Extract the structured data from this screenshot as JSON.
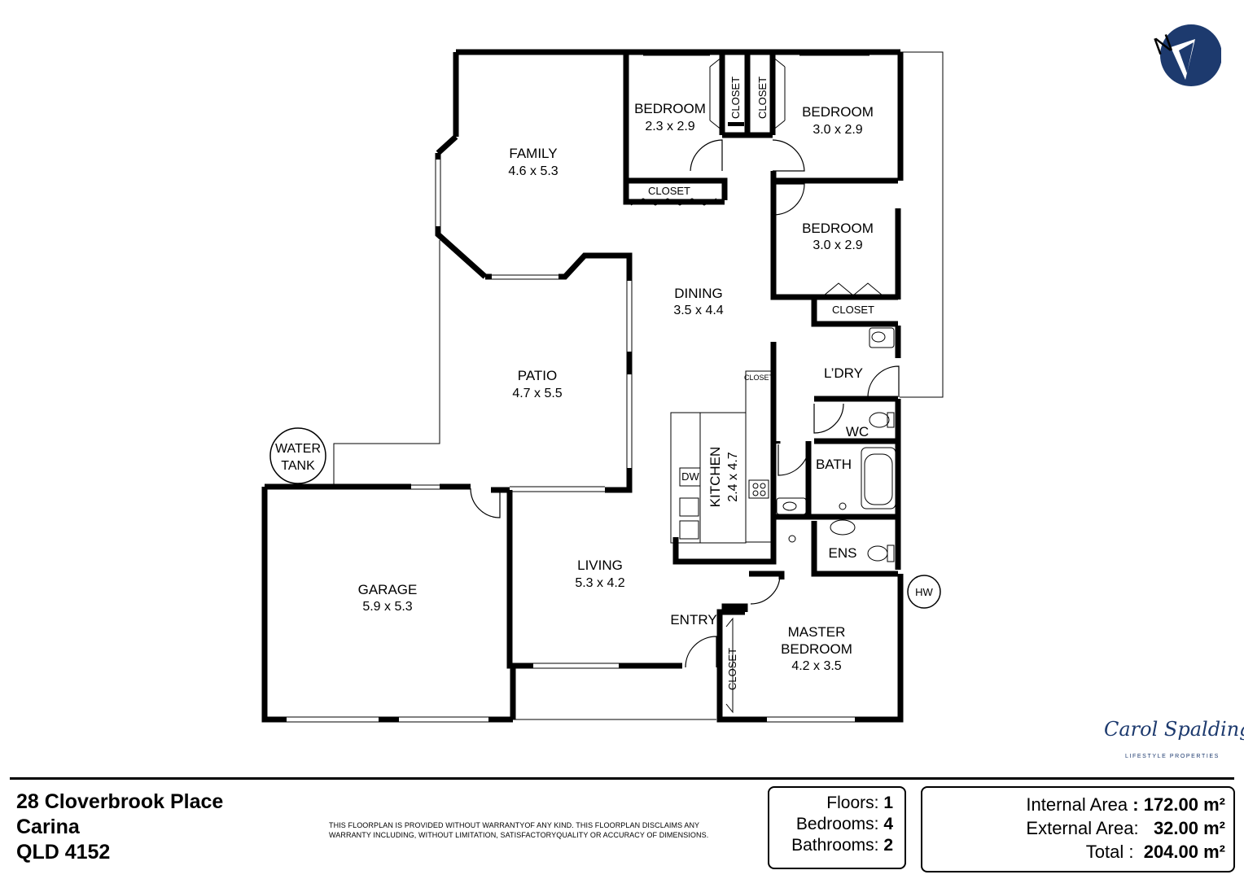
{
  "rooms": {
    "family": {
      "name": "FAMILY",
      "dims": "4.6 x 5.3"
    },
    "bedroom1": {
      "name": "BEDROOM",
      "dims": "2.3 x 2.9"
    },
    "bedroom2": {
      "name": "BEDROOM",
      "dims": "3.0 x 2.9"
    },
    "bedroom3": {
      "name": "BEDROOM",
      "dims": "3.0 x 2.9"
    },
    "dining": {
      "name": "DINING",
      "dims": "3.5 x 4.4"
    },
    "patio": {
      "name": "PATIO",
      "dims": "4.7 x 5.5"
    },
    "kitchen": {
      "name": "KITCHEN",
      "dims": "2.4 x 4.7"
    },
    "garage": {
      "name": "GARAGE",
      "dims": "5.9 x 5.3"
    },
    "living": {
      "name": "LIVING",
      "dims": "5.3 x 4.2"
    },
    "master": {
      "name1": "MASTER",
      "name2": "BEDROOM",
      "dims": "4.2 x 3.5"
    }
  },
  "labels": {
    "closet": "CLOSET",
    "laundry": "L’DRY",
    "wc": "WC",
    "bath": "BATH",
    "ensuite": "ENS",
    "entry": "ENTRY",
    "dw": "DW",
    "hw": "HW",
    "water_tank_1": "WATER",
    "water_tank_2": "TANK",
    "compass_n": "N"
  },
  "address": {
    "line1": "28 Cloverbrook Place",
    "line2": "Carina",
    "line3": "QLD 4152"
  },
  "disclaimer": "THIS FLOORPLAN IS PROVIDED WITHOUT WARRANTYOF ANY KIND. THIS FLOORPLAN DISCLAIMS ANY WARRANTY INCLUDING, WITHOUT  LIMITATION, SATISFACTORYQUALITY OR ACCURACY OF DIMENSIONS.",
  "stats": {
    "floors_label": "Floors:",
    "floors_value": "1",
    "bedrooms_label": "Bedrooms:",
    "bedrooms_value": "4",
    "bathrooms_label": "Bathrooms:",
    "bathrooms_value": "2"
  },
  "areas": {
    "internal_label": "Internal Area",
    "internal_value": ": 172.00 m²",
    "external_label": "External Area:",
    "external_value": "32.00 m²",
    "total_label": "Total  :",
    "total_value": "204.00 m²"
  },
  "logo": {
    "script": "Carol Spalding",
    "subtitle": "LIFESTYLE PROPERTIES"
  },
  "colors": {
    "wall": "#000000",
    "brand": "#1d3a6e"
  }
}
